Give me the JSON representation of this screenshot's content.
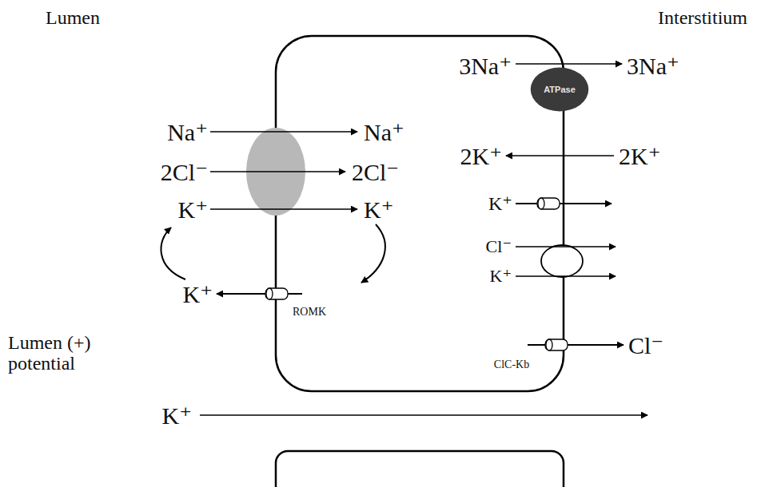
{
  "diagram": {
    "nodes": [
      {
        "text": [
          "ATPase"
        ]
      }
    ],
    "labels": [
      "Lumen",
      "Interstitium",
      "3Na⁺",
      "3Na⁺",
      "2K⁺",
      "2K⁺",
      "Na⁺",
      "Na⁺",
      "2Cl⁻",
      "2Cl⁻",
      "K⁺",
      "K⁺",
      "K⁺",
      "ROMK",
      "K⁺",
      "Cl⁻",
      "K⁺",
      "Cl⁻",
      "ClC-Kb",
      "Lumen (+) potential",
      "K⁺"
    ]
  }
}
